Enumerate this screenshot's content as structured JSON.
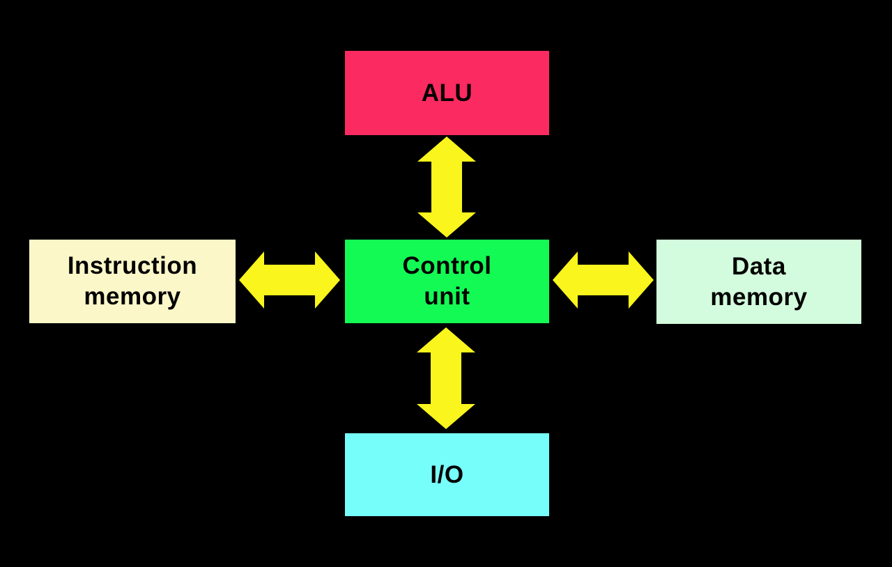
{
  "diagram": {
    "type": "block-diagram",
    "background_color": "#000000",
    "text_color": "#000000",
    "arrow_color": "#f9f51d",
    "nodes": [
      {
        "id": "alu",
        "label": "ALU",
        "color": "#fb2a60"
      },
      {
        "id": "control-unit",
        "label": "Control\nunit",
        "color": "#14fa55"
      },
      {
        "id": "instruction-memory",
        "label": "Instruction\nmemory",
        "color": "#fbf7c8"
      },
      {
        "id": "data-memory",
        "label": "Data\nmemory",
        "color": "#d3fbdd"
      },
      {
        "id": "io",
        "label": "I/O",
        "color": "#76fefb"
      }
    ],
    "edges": [
      {
        "from": "control-unit",
        "to": "alu",
        "style": "bidirectional"
      },
      {
        "from": "control-unit",
        "to": "instruction-memory",
        "style": "bidirectional"
      },
      {
        "from": "control-unit",
        "to": "data-memory",
        "style": "bidirectional"
      },
      {
        "from": "control-unit",
        "to": "io",
        "style": "bidirectional"
      }
    ]
  }
}
